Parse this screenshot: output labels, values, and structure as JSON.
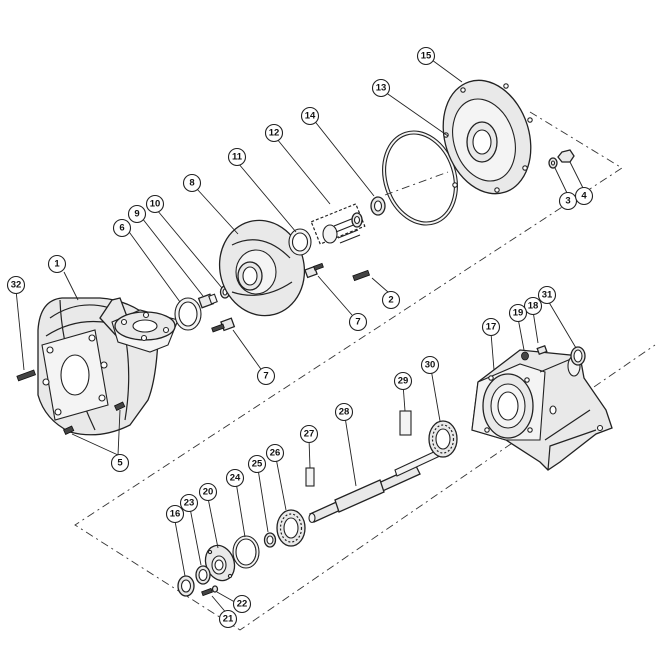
{
  "diagram": {
    "callouts": [
      {
        "id": "c1",
        "label": "1"
      },
      {
        "id": "c2",
        "label": "2"
      },
      {
        "id": "c3",
        "label": "3"
      },
      {
        "id": "c4",
        "label": "4"
      },
      {
        "id": "c5",
        "label": "5"
      },
      {
        "id": "c6",
        "label": "6"
      },
      {
        "id": "c7a",
        "label": "7"
      },
      {
        "id": "c7b",
        "label": "7"
      },
      {
        "id": "c8",
        "label": "8"
      },
      {
        "id": "c9",
        "label": "9"
      },
      {
        "id": "c10",
        "label": "10"
      },
      {
        "id": "c11",
        "label": "11"
      },
      {
        "id": "c12",
        "label": "12"
      },
      {
        "id": "c13",
        "label": "13"
      },
      {
        "id": "c14",
        "label": "14"
      },
      {
        "id": "c15",
        "label": "15"
      },
      {
        "id": "c16",
        "label": "16"
      },
      {
        "id": "c17",
        "label": "17"
      },
      {
        "id": "c18",
        "label": "18"
      },
      {
        "id": "c19",
        "label": "19"
      },
      {
        "id": "c20",
        "label": "20"
      },
      {
        "id": "c21",
        "label": "21"
      },
      {
        "id": "c22",
        "label": "22"
      },
      {
        "id": "c23",
        "label": "23"
      },
      {
        "id": "c24",
        "label": "24"
      },
      {
        "id": "c25",
        "label": "25"
      },
      {
        "id": "c26",
        "label": "26"
      },
      {
        "id": "c27",
        "label": "27"
      },
      {
        "id": "c28",
        "label": "28"
      },
      {
        "id": "c29",
        "label": "29"
      },
      {
        "id": "c30",
        "label": "30"
      },
      {
        "id": "c31",
        "label": "31"
      },
      {
        "id": "c32",
        "label": "32"
      }
    ]
  }
}
